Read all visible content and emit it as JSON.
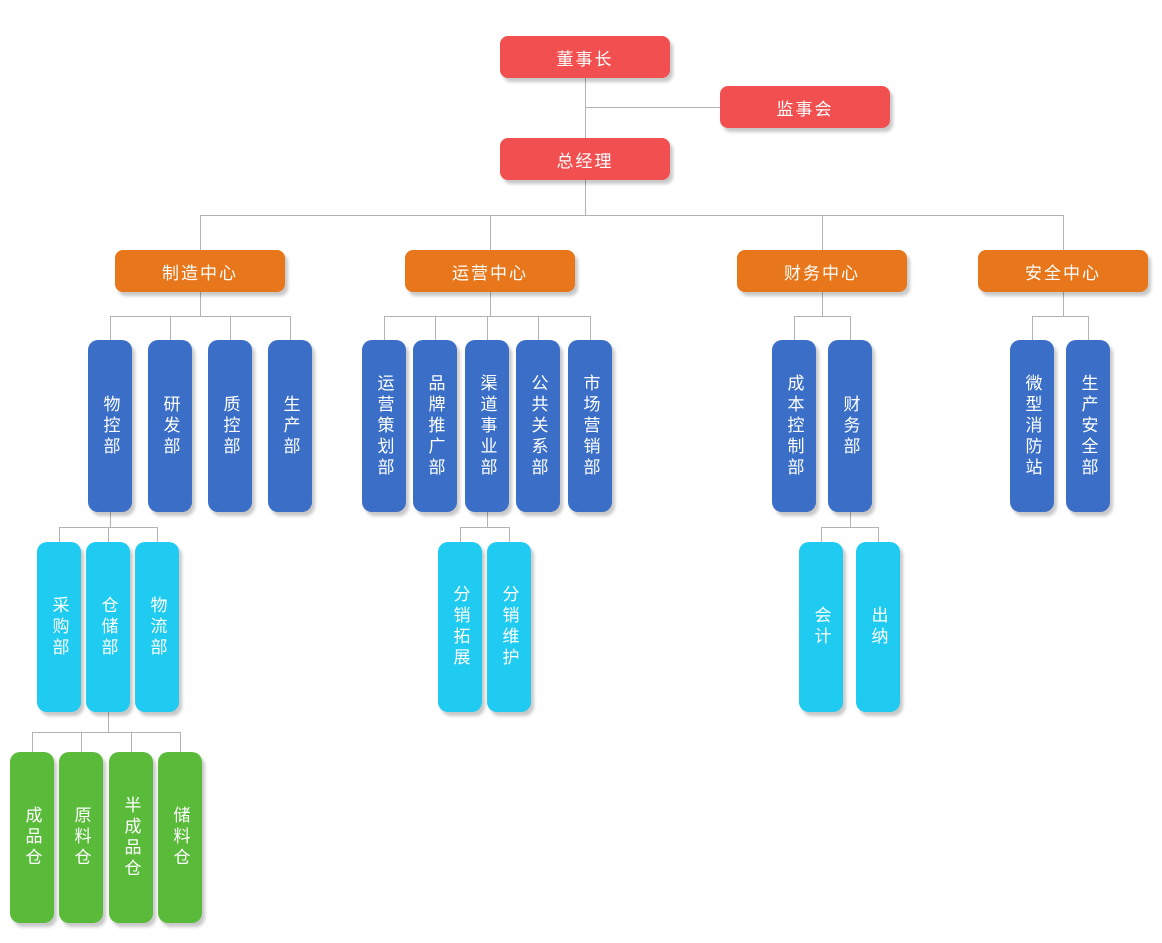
{
  "colors": {
    "executive": "#f25050",
    "center": "#e8761a",
    "department": "#3b6fc7",
    "section": "#1fcbf0",
    "warehouse": "#5abb3b",
    "connector": "#b3b3b3",
    "text": "#ffffff"
  },
  "nodes": [
    {
      "id": "chairman",
      "label": "董事长",
      "level": "executive",
      "parent": null
    },
    {
      "id": "supervisory-board",
      "label": "监事会",
      "level": "executive",
      "parent": "chairman",
      "side": true
    },
    {
      "id": "general-manager",
      "label": "总经理",
      "level": "executive",
      "parent": "chairman"
    },
    {
      "id": "manufacturing-center",
      "label": "制造中心",
      "level": "center",
      "parent": "general-manager"
    },
    {
      "id": "operations-center",
      "label": "运营中心",
      "level": "center",
      "parent": "general-manager"
    },
    {
      "id": "finance-center",
      "label": "财务中心",
      "level": "center",
      "parent": "general-manager"
    },
    {
      "id": "safety-center",
      "label": "安全中心",
      "level": "center",
      "parent": "general-manager"
    },
    {
      "id": "materials-control-dept",
      "label": "物控部",
      "level": "department",
      "parent": "manufacturing-center"
    },
    {
      "id": "rnd-dept",
      "label": "研发部",
      "level": "department",
      "parent": "manufacturing-center"
    },
    {
      "id": "quality-control-dept",
      "label": "质控部",
      "level": "department",
      "parent": "manufacturing-center"
    },
    {
      "id": "production-dept",
      "label": "生产部",
      "level": "department",
      "parent": "manufacturing-center"
    },
    {
      "id": "operations-planning-dept",
      "label": "运营策划部",
      "level": "department",
      "parent": "operations-center"
    },
    {
      "id": "brand-promotion-dept",
      "label": "品牌推广部",
      "level": "department",
      "parent": "operations-center"
    },
    {
      "id": "channel-business-dept",
      "label": "渠道事业部",
      "level": "department",
      "parent": "operations-center"
    },
    {
      "id": "public-relations-dept",
      "label": "公共关系部",
      "level": "department",
      "parent": "operations-center"
    },
    {
      "id": "marketing-dept",
      "label": "市场营销部",
      "level": "department",
      "parent": "operations-center"
    },
    {
      "id": "cost-control-dept",
      "label": "成本控制部",
      "level": "department",
      "parent": "finance-center"
    },
    {
      "id": "finance-dept",
      "label": "财务部",
      "level": "department",
      "parent": "finance-center"
    },
    {
      "id": "micro-fire-station",
      "label": "微型消防站",
      "level": "department",
      "parent": "safety-center"
    },
    {
      "id": "production-safety-dept",
      "label": "生产安全部",
      "level": "department",
      "parent": "safety-center"
    },
    {
      "id": "purchasing-dept",
      "label": "采购部",
      "level": "section",
      "parent": "materials-control-dept"
    },
    {
      "id": "warehousing-dept",
      "label": "仓储部",
      "level": "section",
      "parent": "materials-control-dept"
    },
    {
      "id": "logistics-dept",
      "label": "物流部",
      "level": "section",
      "parent": "materials-control-dept"
    },
    {
      "id": "distribution-expansion",
      "label": "分销拓展",
      "level": "section",
      "parent": "channel-business-dept"
    },
    {
      "id": "distribution-maintenance",
      "label": "分销维护",
      "level": "section",
      "parent": "channel-business-dept"
    },
    {
      "id": "accounting",
      "label": "会计",
      "level": "section",
      "parent": "finance-dept"
    },
    {
      "id": "cashier",
      "label": "出纳",
      "level": "section",
      "parent": "finance-dept"
    },
    {
      "id": "finished-goods-warehouse",
      "label": "成品仓",
      "level": "warehouse",
      "parent": "warehousing-dept"
    },
    {
      "id": "raw-materials-warehouse",
      "label": "原料仓",
      "level": "warehouse",
      "parent": "warehousing-dept"
    },
    {
      "id": "semi-finished-warehouse",
      "label": "半成品仓",
      "level": "warehouse",
      "parent": "warehousing-dept"
    },
    {
      "id": "storage-warehouse",
      "label": "储料仓",
      "level": "warehouse",
      "parent": "warehousing-dept"
    }
  ]
}
